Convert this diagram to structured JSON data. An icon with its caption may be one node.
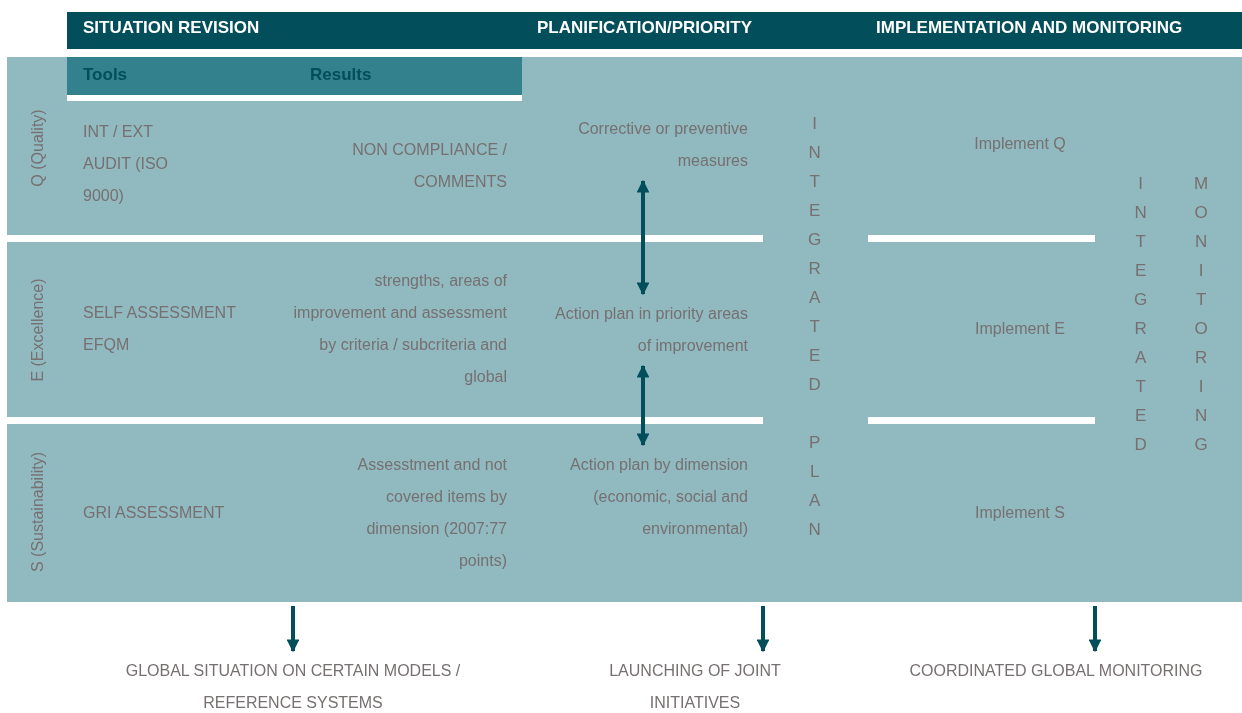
{
  "diagram": {
    "nodes": [
      {
        "text": [],
        "shape": "box"
      },
      {
        "text": [
          "Corrective or preventive measures"
        ],
        "in": 0
      },
      {
        "text": [
          "Action plan in priority areas of improvement"
        ],
        "in": 0
      },
      {
        "text": [
          "Action plan by dimension (economic, social and environmental)"
        ],
        "in": 0
      },
      {
        "text": [
          "GLOBAL SITUATION ON CERTAIN MODELS / REFERENCE SYSTEMS"
        ]
      },
      {
        "text": [
          "LAUNCHING OF JOINT INITIATIVES"
        ]
      },
      {
        "text": [
          "COORDINATED GLOBAL MONITORING"
        ]
      }
    ],
    "edges": [
      {
        "from": 1,
        "to": 2,
        "arrow": "both"
      },
      {
        "from": 2,
        "to": 3,
        "arrow": "both"
      },
      {
        "from": 0,
        "to": 4,
        "arrow": "to"
      },
      {
        "from": 0,
        "to": 5,
        "arrow": "to"
      },
      {
        "from": 0,
        "to": 6,
        "arrow": "to"
      }
    ],
    "labels": [
      "SITUATION REVISION",
      "PLANIFICATION/PRIORITY",
      "IMPLEMENTATION AND MONITORING",
      "Tools",
      "Results",
      "Q (Quality)",
      "INT / EXT AUDIT (ISO 9000)",
      "NON COMPLIANCE / COMMENTS",
      "INTEGRATED PLAN",
      "Implement Q",
      "INTEGRATED",
      "MONITORING",
      "E (Excellence)",
      "SELF ASSESSMENT EFQM",
      "strengths, areas of improvement and assessment by criteria / subcriteria and global",
      "Implement E",
      "S (Sustainability)",
      "GRI ASSESSMENT",
      "Assesstment and not covered items by dimension (2007:77 points)",
      "Implement S"
    ]
  }
}
